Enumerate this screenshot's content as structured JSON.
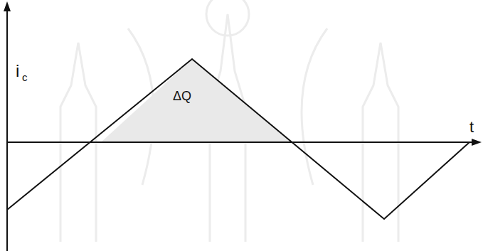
{
  "diagram": {
    "labels": [
      "i",
      "c",
      "ΔQ",
      "t"
    ]
  }
}
